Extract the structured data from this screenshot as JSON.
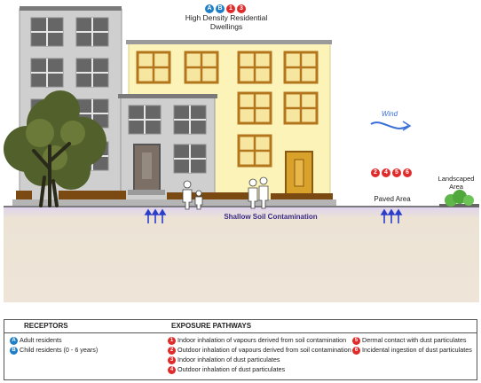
{
  "top_label": {
    "badges": [
      "A",
      "B",
      "1",
      "3"
    ],
    "title_line1": "High Density Residential",
    "title_line2": "Dwellings"
  },
  "wind_label": "Wind",
  "soil_label": "Shallow Soil Contamination",
  "paved_label": "Paved Area",
  "paved_badges": [
    "2",
    "4",
    "5",
    "6"
  ],
  "landscaped_line1": "Landscaped",
  "landscaped_line2": "Area",
  "legend": {
    "receptors_header": "RECEPTORS",
    "pathways_header": "EXPOSURE PATHWAYS",
    "receptors": [
      {
        "badge": "A",
        "text": "Adult residents"
      },
      {
        "badge": "B",
        "text": "Child residents (0 - 6 years)"
      }
    ],
    "pathways": [
      {
        "badge": "1",
        "text": "Indoor inhalation of vapours derived from soil contamination"
      },
      {
        "badge": "2",
        "text": "Outdoor inhalation of vapours derived from soil contamination"
      },
      {
        "badge": "3",
        "text": "Indoor inhalation of dust particulates"
      },
      {
        "badge": "4",
        "text": "Outdoor inhalation of dust particulates"
      },
      {
        "badge": "5",
        "text": "Dermal contact with dust particulates"
      },
      {
        "badge": "6",
        "text": "Incidental ingestion of dust particulates"
      }
    ]
  },
  "colors": {
    "receptor_badge": "#1f7fc6",
    "pathway_badge": "#e02b2b",
    "soil": "#ece3d5",
    "grey_building": "#cdcdcd",
    "yellow_building": "#fbf3b8",
    "window_frame": "#b4761c",
    "arrow": "#2b3dc9"
  }
}
